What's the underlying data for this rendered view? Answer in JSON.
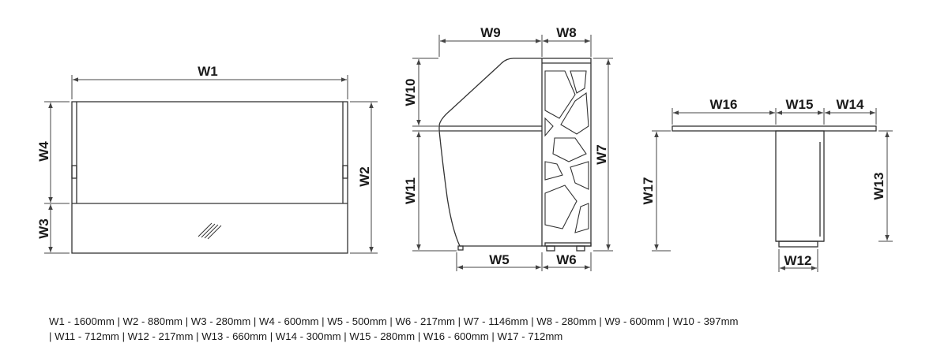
{
  "labels": {
    "W1": "W1",
    "W2": "W2",
    "W3": "W3",
    "W4": "W4",
    "W5": "W5",
    "W6": "W6",
    "W7": "W7",
    "W8": "W8",
    "W9": "W9",
    "W10": "W10",
    "W11": "W11",
    "W12": "W12",
    "W13": "W13",
    "W14": "W14",
    "W15": "W15",
    "W16": "W16",
    "W17": "W17"
  },
  "caption": {
    "line1": "W1 - 1600mm | W2 - 880mm | W3 - 280mm | W4 - 600mm | W5 - 500mm | W6 - 217mm | W7 - 1146mm | W8 - 280mm | W9 - 600mm | W10 - 397mm",
    "line2": "| W11 - 712mm | W12 - 217mm | W13 - 660mm | W14 - 300mm | W15 - 280mm | W16 - 600mm | W17 - 712mm"
  },
  "colors": {
    "line": "#333333",
    "dim": "#444444"
  }
}
